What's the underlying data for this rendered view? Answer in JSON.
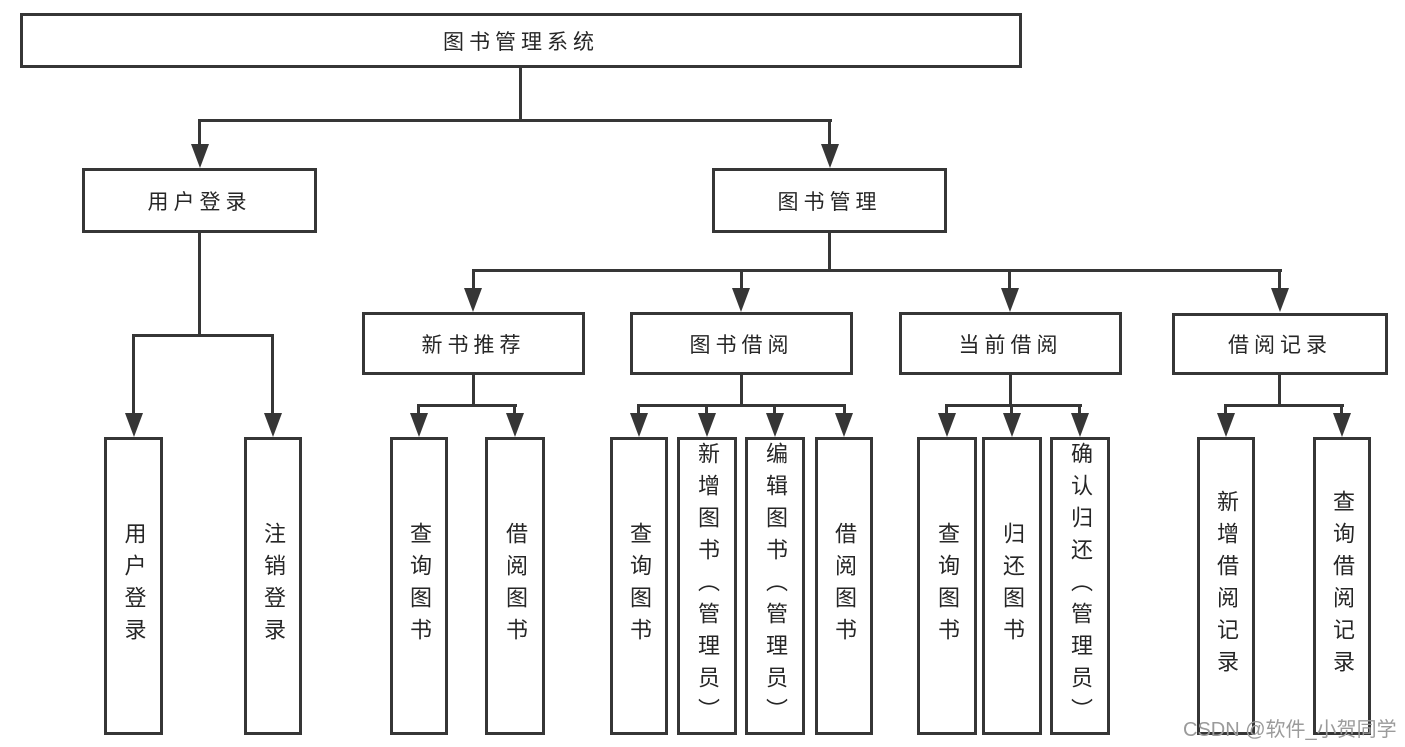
{
  "diagram": {
    "title": "图书管理系统",
    "level2": [
      "用户登录",
      "图书管理"
    ],
    "level3": [
      "新书推荐",
      "图书借阅",
      "当前借阅",
      "借阅记录"
    ],
    "leaves": [
      "用户登录",
      "注销登录",
      "查询图书",
      "借阅图书",
      "查询图书",
      "新增图书（管理员）",
      "编辑图书（管理员）",
      "借阅图书",
      "查询图书",
      "归还图书",
      "确认归还（管理员）",
      "新增借阅记录",
      "查询借阅记录"
    ],
    "hierarchy": {
      "用户登录": [
        "用户登录",
        "注销登录"
      ],
      "图书管理": {
        "新书推荐": [
          "查询图书",
          "借阅图书"
        ],
        "图书借阅": [
          "查询图书",
          "新增图书（管理员）",
          "编辑图书（管理员）",
          "借阅图书"
        ],
        "当前借阅": [
          "查询图书",
          "归还图书",
          "确认归还（管理员）"
        ],
        "借阅记录": [
          "新增借阅记录",
          "查询借阅记录"
        ]
      }
    }
  },
  "watermark": {
    "text": "CSDN @软件_小贺同学"
  },
  "colors": {
    "line": "#363636",
    "text": "#262626",
    "background": "#ffffff",
    "watermark": "#9b9b9b"
  }
}
